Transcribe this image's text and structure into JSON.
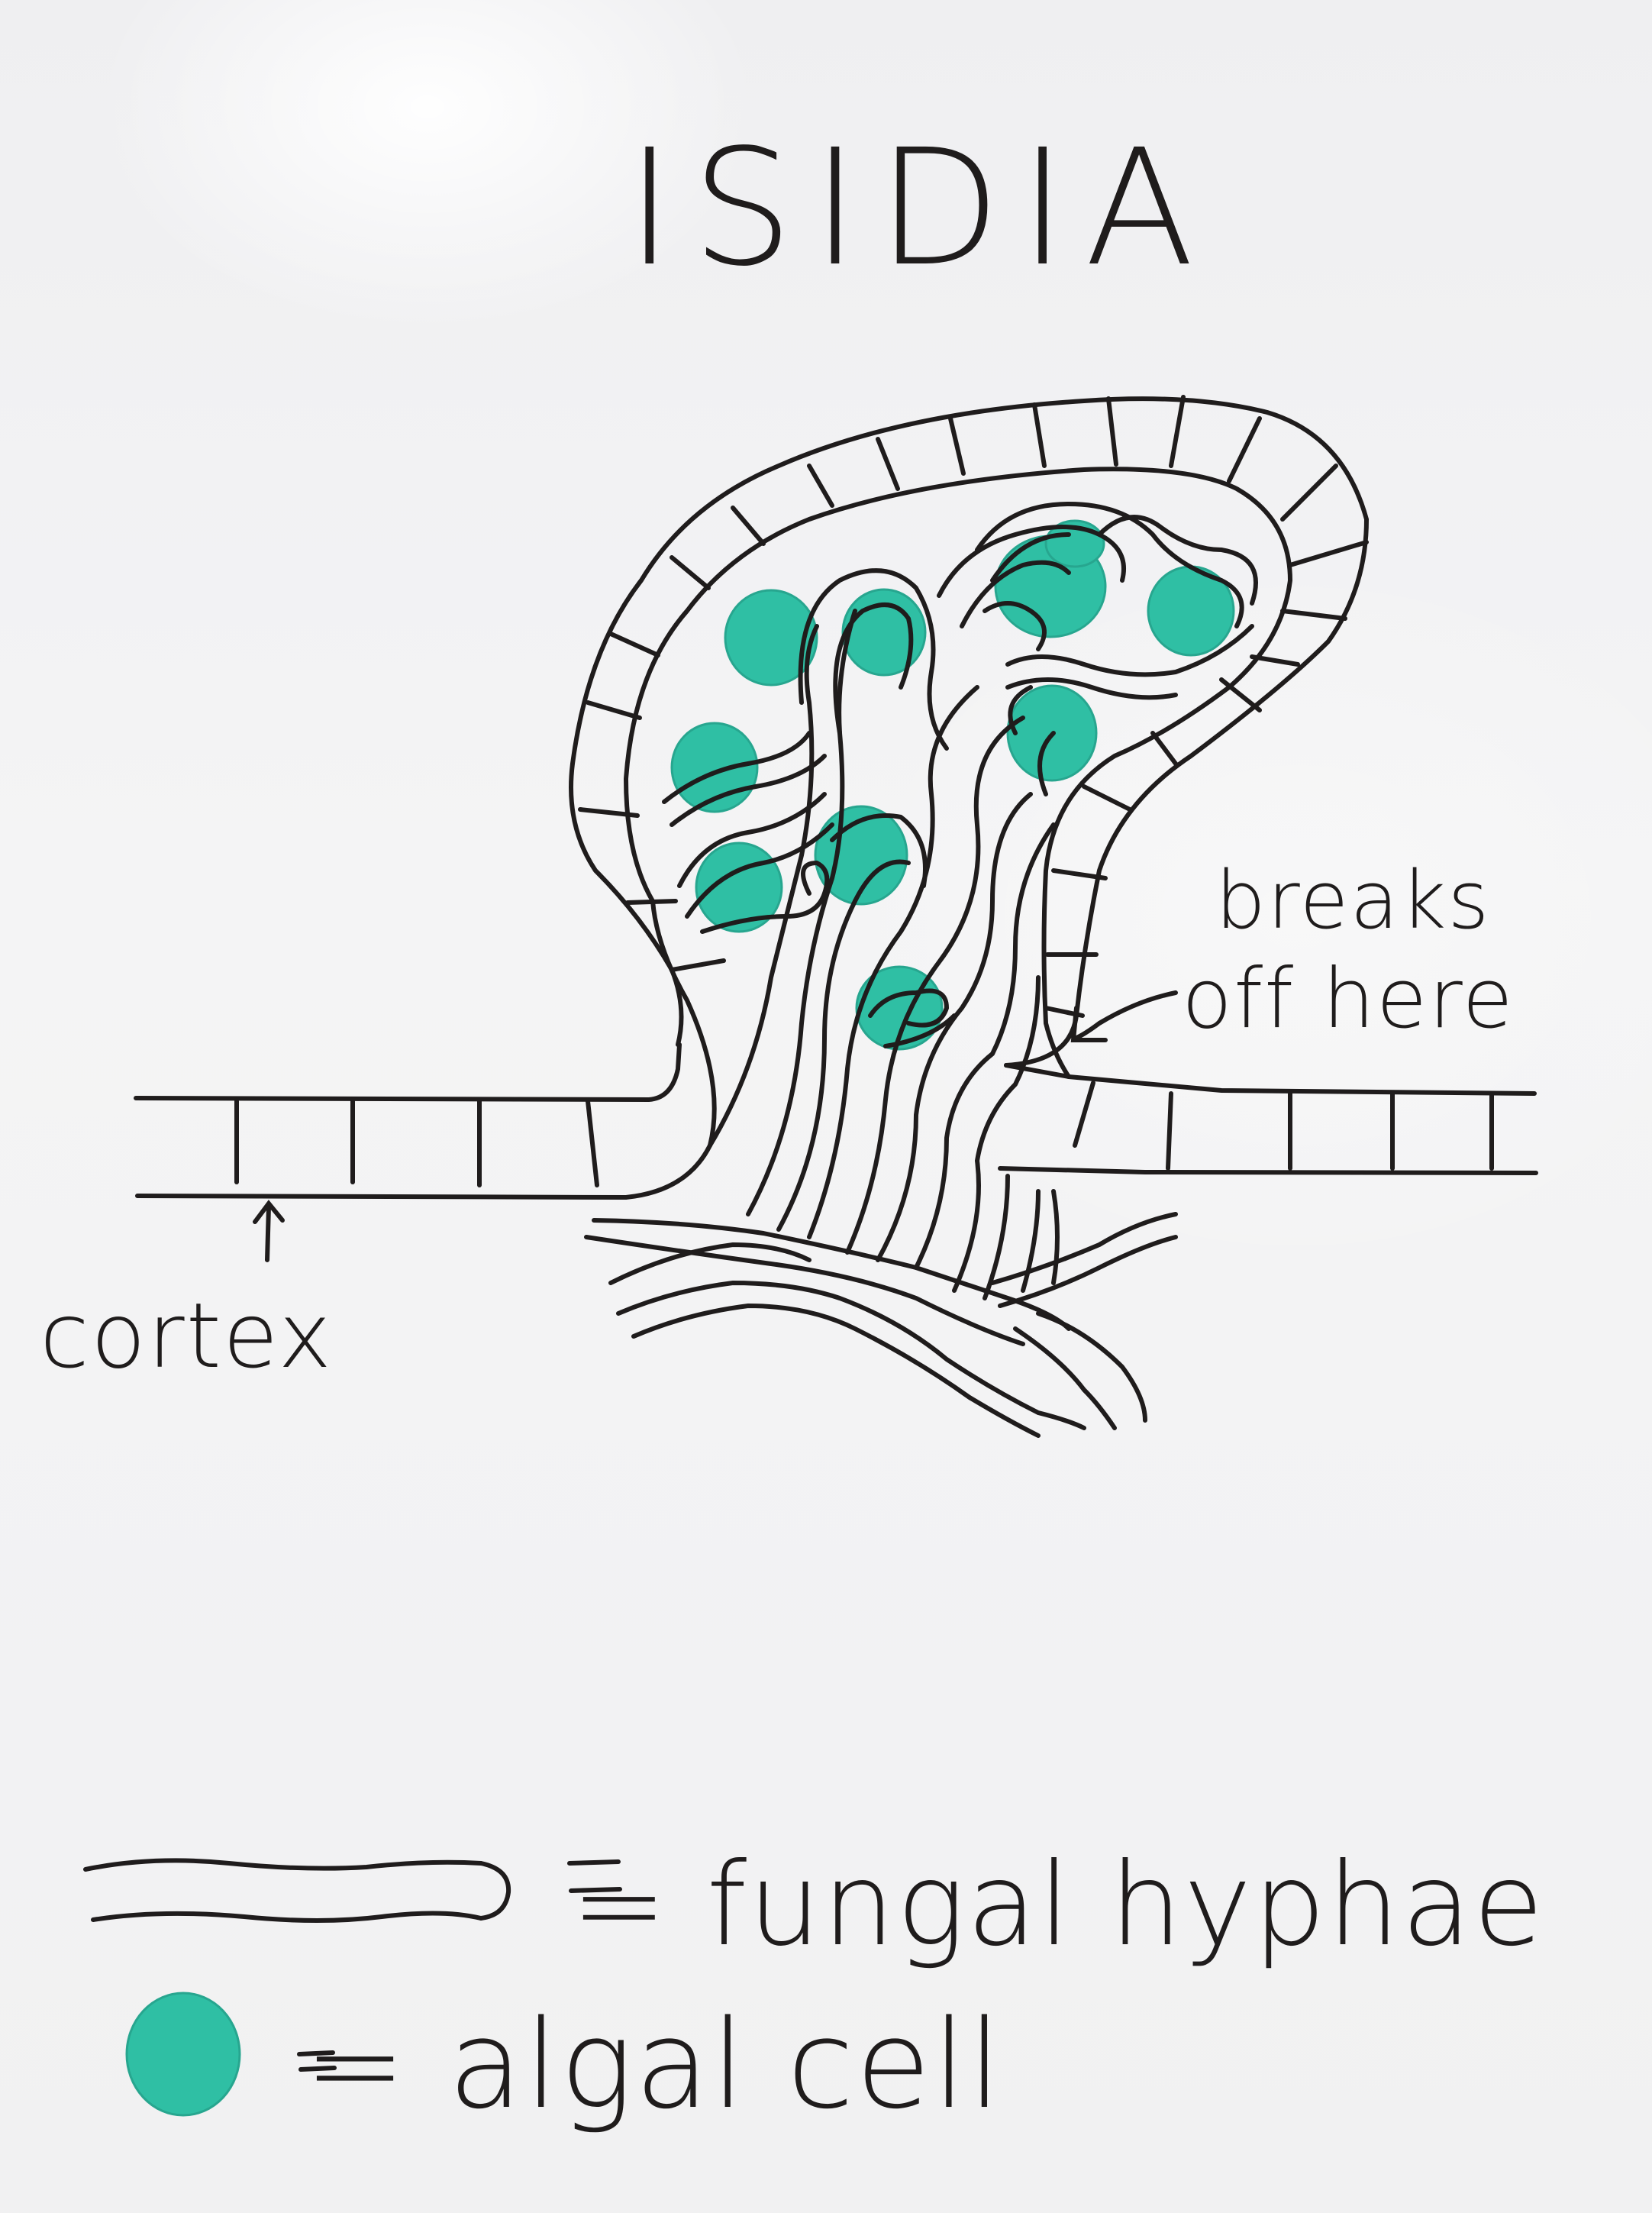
{
  "title": "ISIDIA",
  "annotations": {
    "breaks": "breaks",
    "off_here": "off here",
    "cortex": "cortex"
  },
  "legend": {
    "hyphae_label": "= fungal hyphae",
    "algal_label": "= algal cell"
  },
  "colors": {
    "marker": "#1f1c1c",
    "algal_cell": "#2fbfa4",
    "board": "#f3f3f4"
  }
}
